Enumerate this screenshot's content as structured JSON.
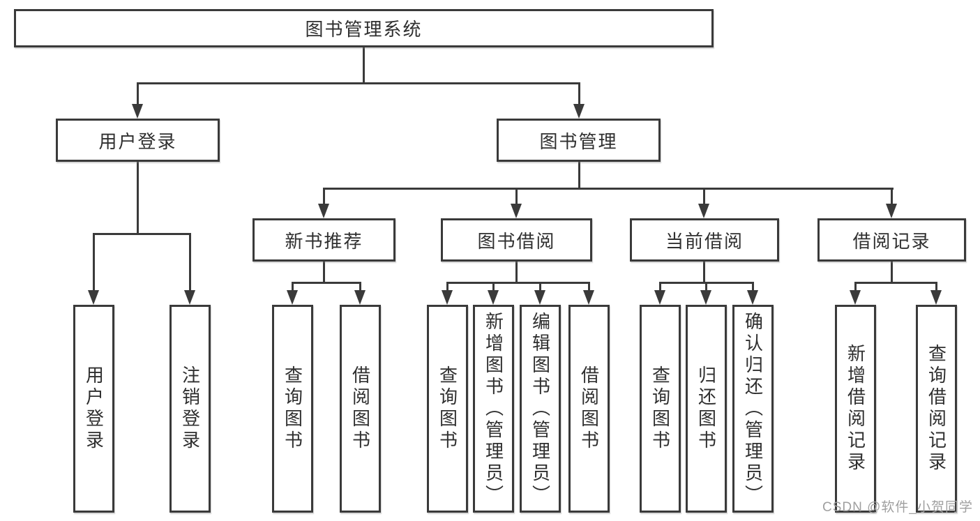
{
  "colors": {
    "line": "#3a3a3a",
    "text": "#2f2f2f",
    "box_background": "#ffffff",
    "watermark": "#9f9f9f"
  },
  "watermark": "CSDN @软件_小贺同学",
  "tree": {
    "root": {
      "label": "图书管理系统"
    },
    "children": [
      {
        "label": "用户登录",
        "children": [
          {
            "label": "用户登录"
          },
          {
            "label": "注销登录"
          }
        ]
      },
      {
        "label": "图书管理",
        "children": [
          {
            "label": "新书推荐",
            "children": [
              {
                "label": "查询图书"
              },
              {
                "label": "借阅图书"
              }
            ]
          },
          {
            "label": "图书借阅",
            "children": [
              {
                "label": "查询图书"
              },
              {
                "label": "新增图书（管理员）"
              },
              {
                "label": "编辑图书（管理员）"
              },
              {
                "label": "借阅图书"
              }
            ]
          },
          {
            "label": "当前借阅",
            "children": [
              {
                "label": "查询图书"
              },
              {
                "label": "归还图书"
              },
              {
                "label": "确认归还（管理员）"
              }
            ]
          },
          {
            "label": "借阅记录",
            "children": [
              {
                "label": "新增借阅记录"
              },
              {
                "label": "查询借阅记录"
              }
            ]
          }
        ]
      }
    ]
  }
}
